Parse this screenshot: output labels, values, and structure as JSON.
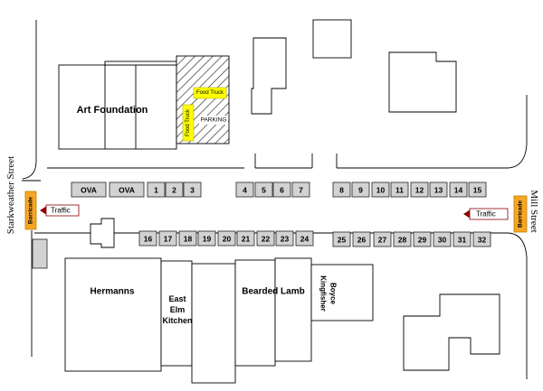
{
  "streets": {
    "west": "Starkweather Street",
    "east": "Mill Street"
  },
  "buildings": {
    "art_foundation": "Art Foundation",
    "hermanns": "Hermanns",
    "east_elm_kitchen": [
      "East",
      "Elm",
      "Kitchen"
    ],
    "bearded_lamb": "Bearded Lamb",
    "kingfisher_boyce": [
      "Kingfisher",
      "Boyce"
    ]
  },
  "parking": {
    "label": "PARKING",
    "food_truck_1": "Food Truck",
    "food_truck_2": "Food Truck"
  },
  "barricades": {
    "west": "Barricade",
    "east": "Barricade"
  },
  "traffic": {
    "west": "Traffic",
    "east": "Traffic"
  },
  "stalls_top": [
    "OVA",
    "OVA",
    "1",
    "2",
    "3",
    "4",
    "5",
    "6",
    "7",
    "8",
    "9",
    "10",
    "11",
    "12",
    "13",
    "14",
    "15"
  ],
  "stalls_bottom": [
    "16",
    "17",
    "18",
    "19",
    "20",
    "21",
    "22",
    "23",
    "24",
    "25",
    "26",
    "27",
    "28",
    "29",
    "30",
    "31",
    "32"
  ],
  "colors": {
    "stall_fill": "#d2d2d2",
    "barricade": "#f5a623",
    "food_truck": "#ffff00",
    "traffic_arrow": "#8b0000"
  }
}
